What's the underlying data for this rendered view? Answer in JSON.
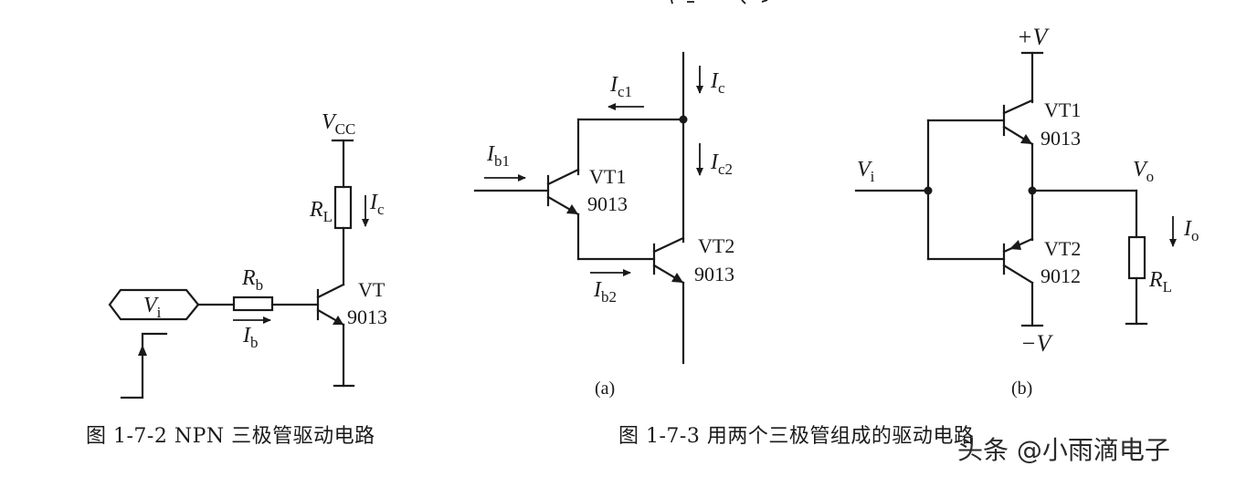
{
  "fig_left": {
    "vcc": "V",
    "vcc_sub": "CC",
    "rl": "R",
    "rl_sub": "L",
    "ic": "I",
    "ic_sub": "c",
    "rb": "R",
    "rb_sub": "b",
    "ib": "I",
    "ib_sub": "b",
    "vi": "V",
    "vi_sub": "i",
    "vt_name": "VT",
    "vt_model": "9013",
    "caption": "图 1-7-2   NPN 三极管驱动电路"
  },
  "fig_a": {
    "ic": "I",
    "ic_sub": "c",
    "ic1": "I",
    "ic1_sub": "c1",
    "ic2": "I",
    "ic2_sub": "c2",
    "ib1": "I",
    "ib1_sub": "b1",
    "ib2": "I",
    "ib2_sub": "b2",
    "vt1_name": "VT1",
    "vt1_model": "9013",
    "vt2_name": "VT2",
    "vt2_model": "9013",
    "label": "(a)"
  },
  "fig_b": {
    "vplus": "+V",
    "vminus": "−V",
    "vi": "V",
    "vi_sub": "i",
    "vo": "V",
    "vo_sub": "o",
    "io": "I",
    "io_sub": "o",
    "rl": "R",
    "rl_sub": "L",
    "vt1_name": "VT1",
    "vt1_model": "9013",
    "vt2_name": "VT2",
    "vt2_model": "9012",
    "label": "(b)"
  },
  "caption_right": "图 1-7-3   用两个三极管组成的驱动电路",
  "watermark": "头条 @小雨滴电子"
}
